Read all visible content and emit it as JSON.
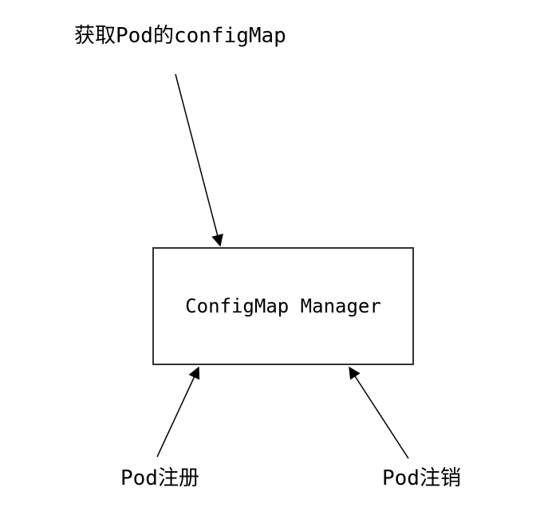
{
  "diagram": {
    "node": {
      "label": "ConfigMap Manager"
    },
    "annotations": {
      "top": "获取Pod的configMap",
      "bottom_left": "Pod注册",
      "bottom_right": "Pod注销"
    },
    "colors": {
      "background": "#ffffff",
      "node_border": "#333333",
      "node_fill": "#ffffff",
      "arrow": "#000000",
      "text": "#000000"
    }
  }
}
